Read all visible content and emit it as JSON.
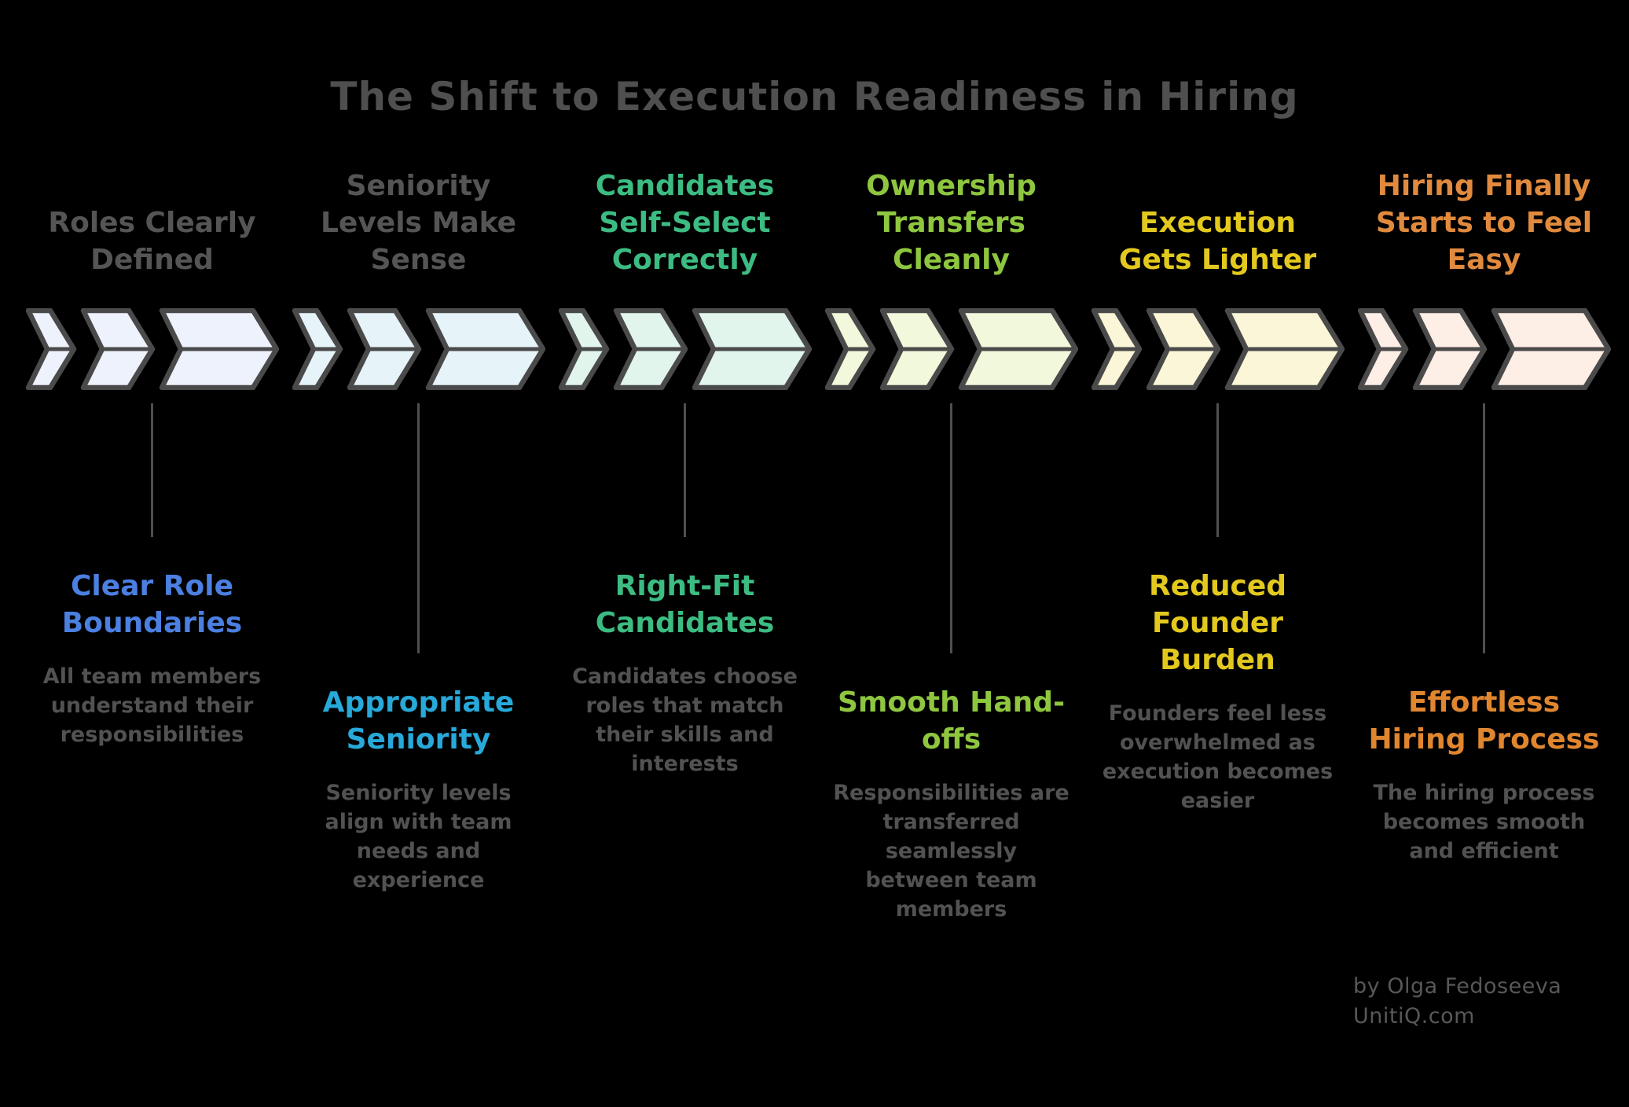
{
  "title": "The Shift to Execution Readiness in Hiring",
  "title_color": "#4f4f4f",
  "styles": {
    "background": "#000000",
    "connector_color": "#4f4f4f"
  },
  "attribution": {
    "author": "by Olga Fedoseeva",
    "website": "UnitiQ.com",
    "color": "#585858"
  },
  "stages": [
    {
      "title": "Roles Clearly\nDefined",
      "title_color": "#555555",
      "label": "Clear Role\nBoundaries",
      "label_color": "#4b7fe1",
      "description": "All team members\nunderstand their\nresponsibilities",
      "description_color": "#525252",
      "chevron_fill": "#eef2fc",
      "chevron_stroke": "#4a4a4a"
    },
    {
      "title": "Seniority\nLevels Make\nSense",
      "title_color": "#555555",
      "label": "Appropriate\nSeniority",
      "label_color": "#27a9d9",
      "description": "Seniority levels\nalign with team\nneeds and\nexperience",
      "description_color": "#525252",
      "chevron_fill": "#e6f4f9",
      "chevron_stroke": "#4a4a4a"
    },
    {
      "title": "Candidates\nSelf-Select\nCorrectly",
      "title_color": "#3cbc82",
      "label": "Right-Fit\nCandidates",
      "label_color": "#3cbc82",
      "description": "Candidates choose\nroles that match\ntheir skills and\ninterests",
      "description_color": "#525252",
      "chevron_fill": "#e1f5ec",
      "chevron_stroke": "#4a4a4a"
    },
    {
      "title": "Ownership\nTransfers\nCleanly",
      "title_color": "#8ec63f",
      "label": "Smooth Hand-\noffs",
      "label_color": "#8ec63f",
      "description": "Responsibilities are\ntransferred\nseamlessly\nbetween team\nmembers",
      "description_color": "#525252",
      "chevron_fill": "#f2f8dc",
      "chevron_stroke": "#4a4a4a"
    },
    {
      "title": "Execution\nGets Lighter",
      "title_color": "#e3c91d",
      "label": "Reduced\nFounder\nBurden",
      "label_color": "#e3c91d",
      "description": "Founders feel less\noverwhelmed as\nexecution becomes\neasier",
      "description_color": "#525252",
      "chevron_fill": "#fbf6d8",
      "chevron_stroke": "#4a4a4a"
    },
    {
      "title": "Hiring Finally\nStarts to Feel\nEasy",
      "title_color": "#e18a3e",
      "label": "Effortless\nHiring Process",
      "label_color": "#e0862f",
      "description": "The hiring process\nbecomes smooth\nand efficient",
      "description_color": "#525252",
      "chevron_fill": "#fdeee6",
      "chevron_stroke": "#4a4a4a"
    }
  ]
}
